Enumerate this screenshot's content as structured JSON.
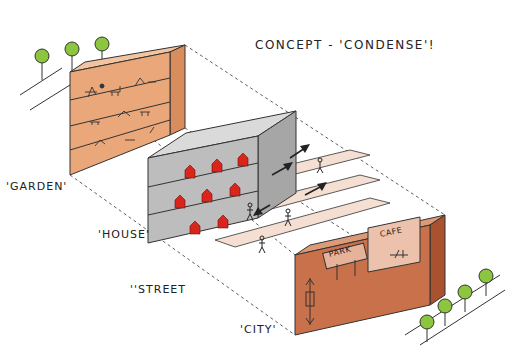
{
  "diagram": {
    "title": "CONCEPT - 'CONDENSE'!",
    "labels": [
      "'GARDEN'",
      "'HOUSE'",
      "''STREET",
      "'CITY'",
      "PARK",
      "CAFE"
    ]
  }
}
